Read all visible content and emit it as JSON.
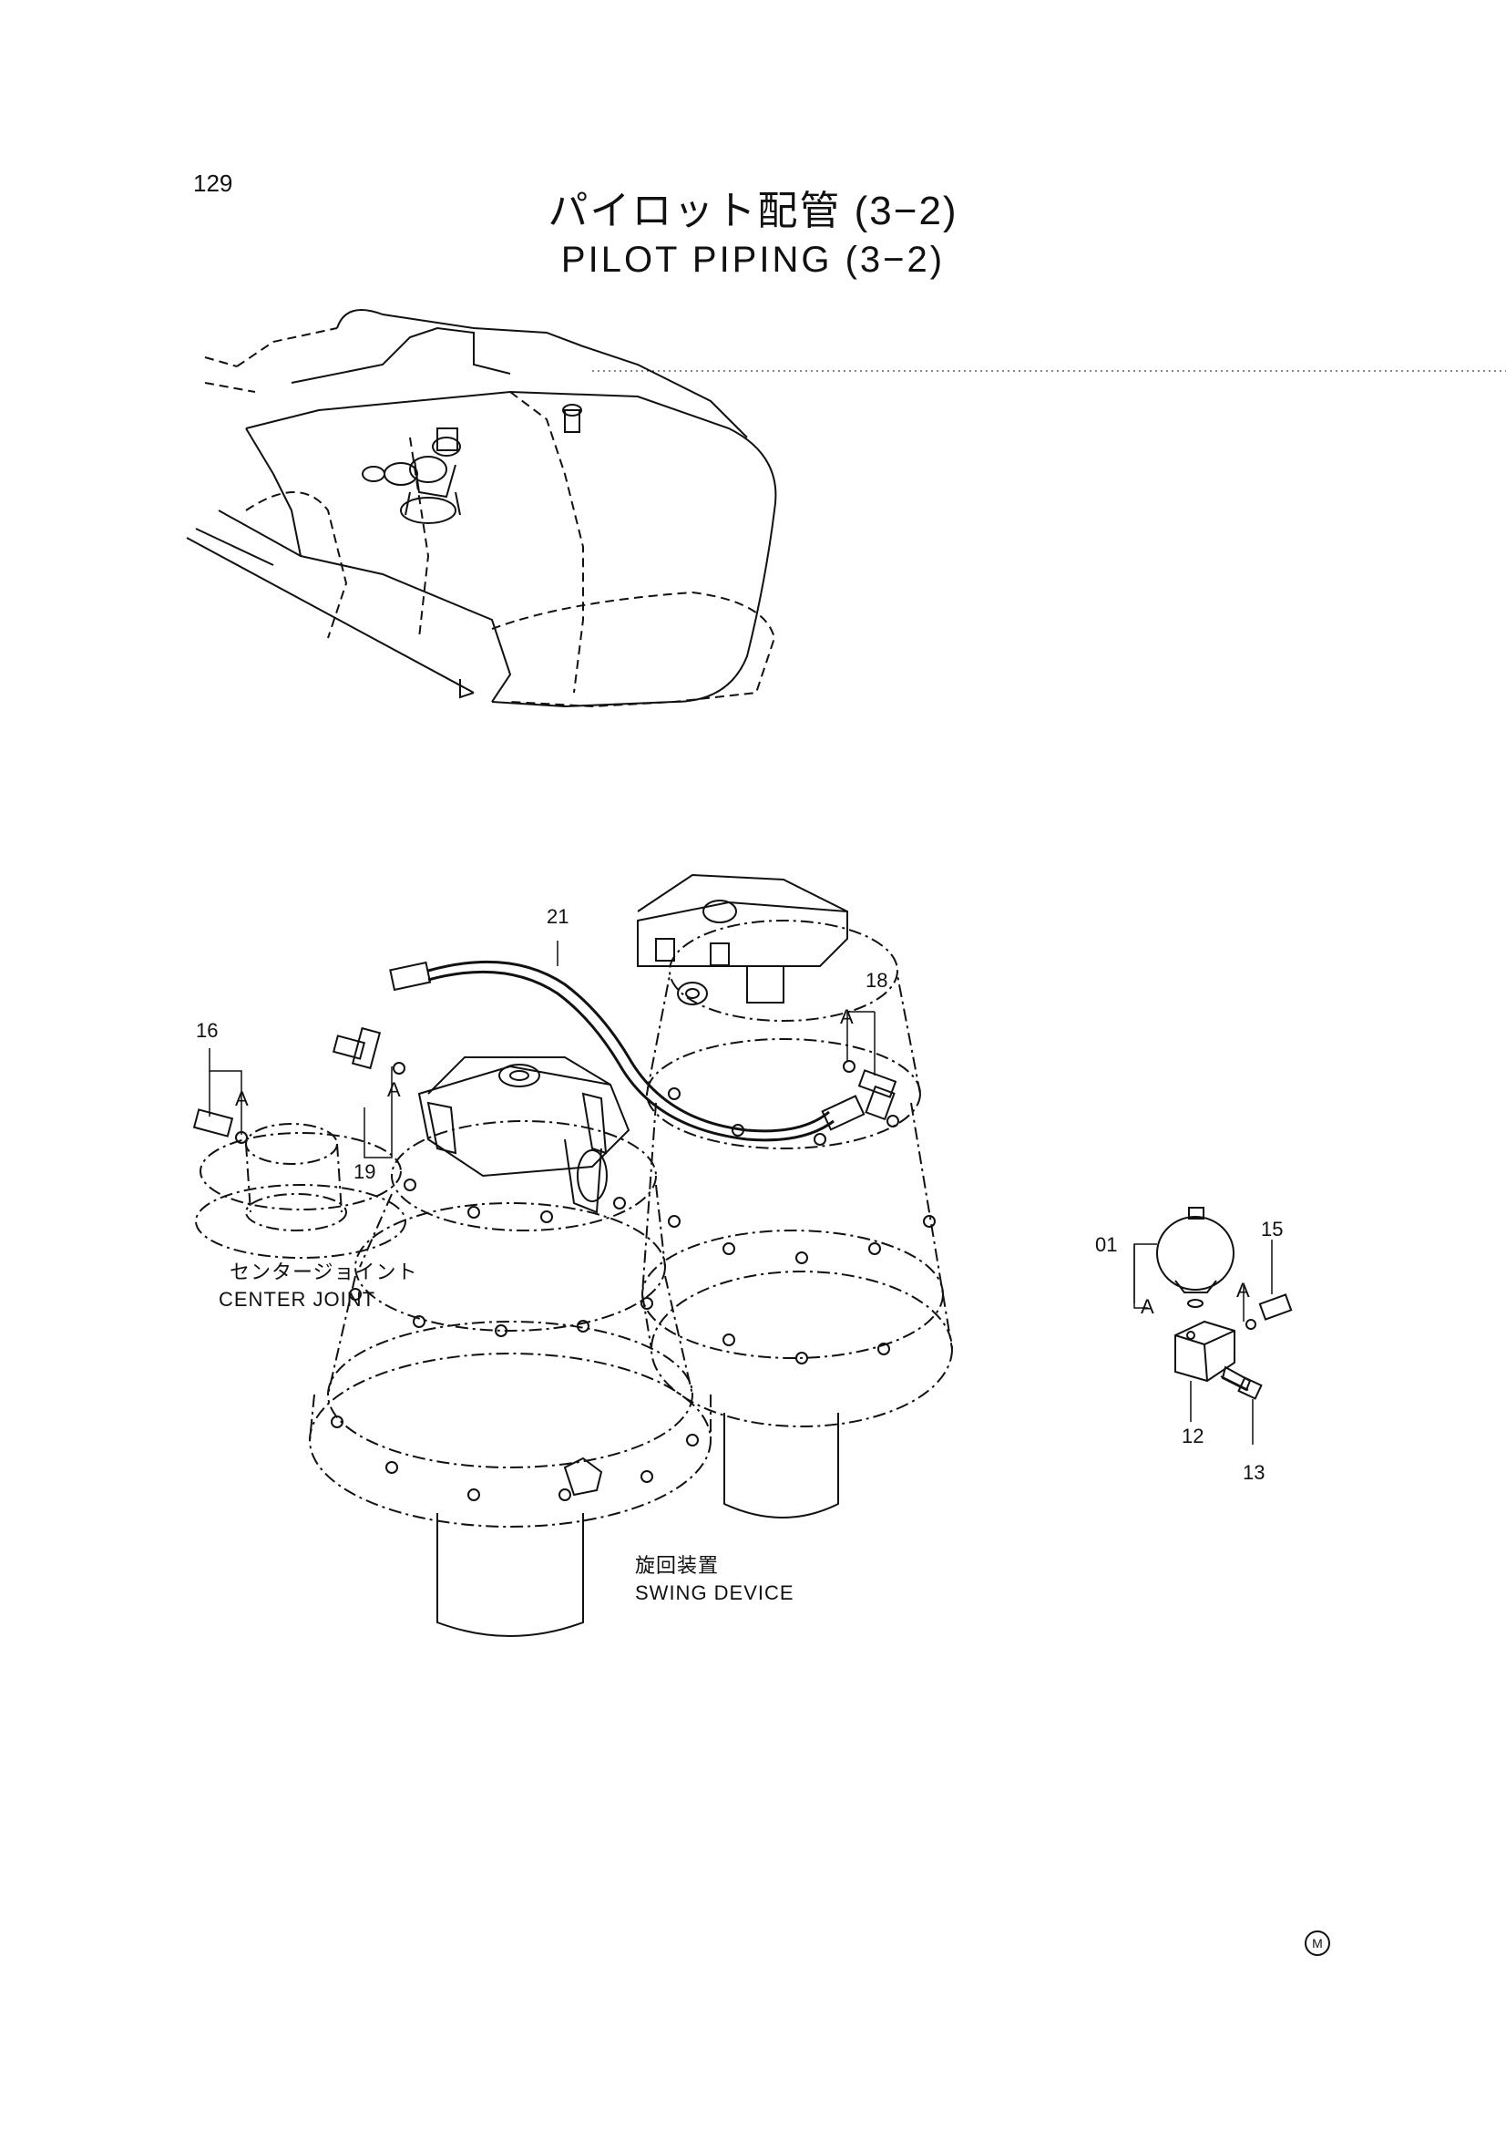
{
  "page_number": "129",
  "title": {
    "japanese": "パイロット配管 (3−2)",
    "english": "PILOT PIPING (3−2)"
  },
  "part_labels": {
    "p21": "21",
    "p18": "18",
    "p16": "16",
    "p19": "19",
    "p01": "01",
    "p15": "15",
    "p12": "12",
    "p13": "13",
    "a1": "A",
    "a2": "A",
    "a3": "A",
    "a4": "A",
    "a5": "A"
  },
  "captions": {
    "center_joint_jp": "センタージョイント",
    "center_joint_en": "CENTER JOINT",
    "swing_device_jp": "旋回装置",
    "swing_device_en": "SWING DEVICE"
  },
  "corner_mark": "M"
}
